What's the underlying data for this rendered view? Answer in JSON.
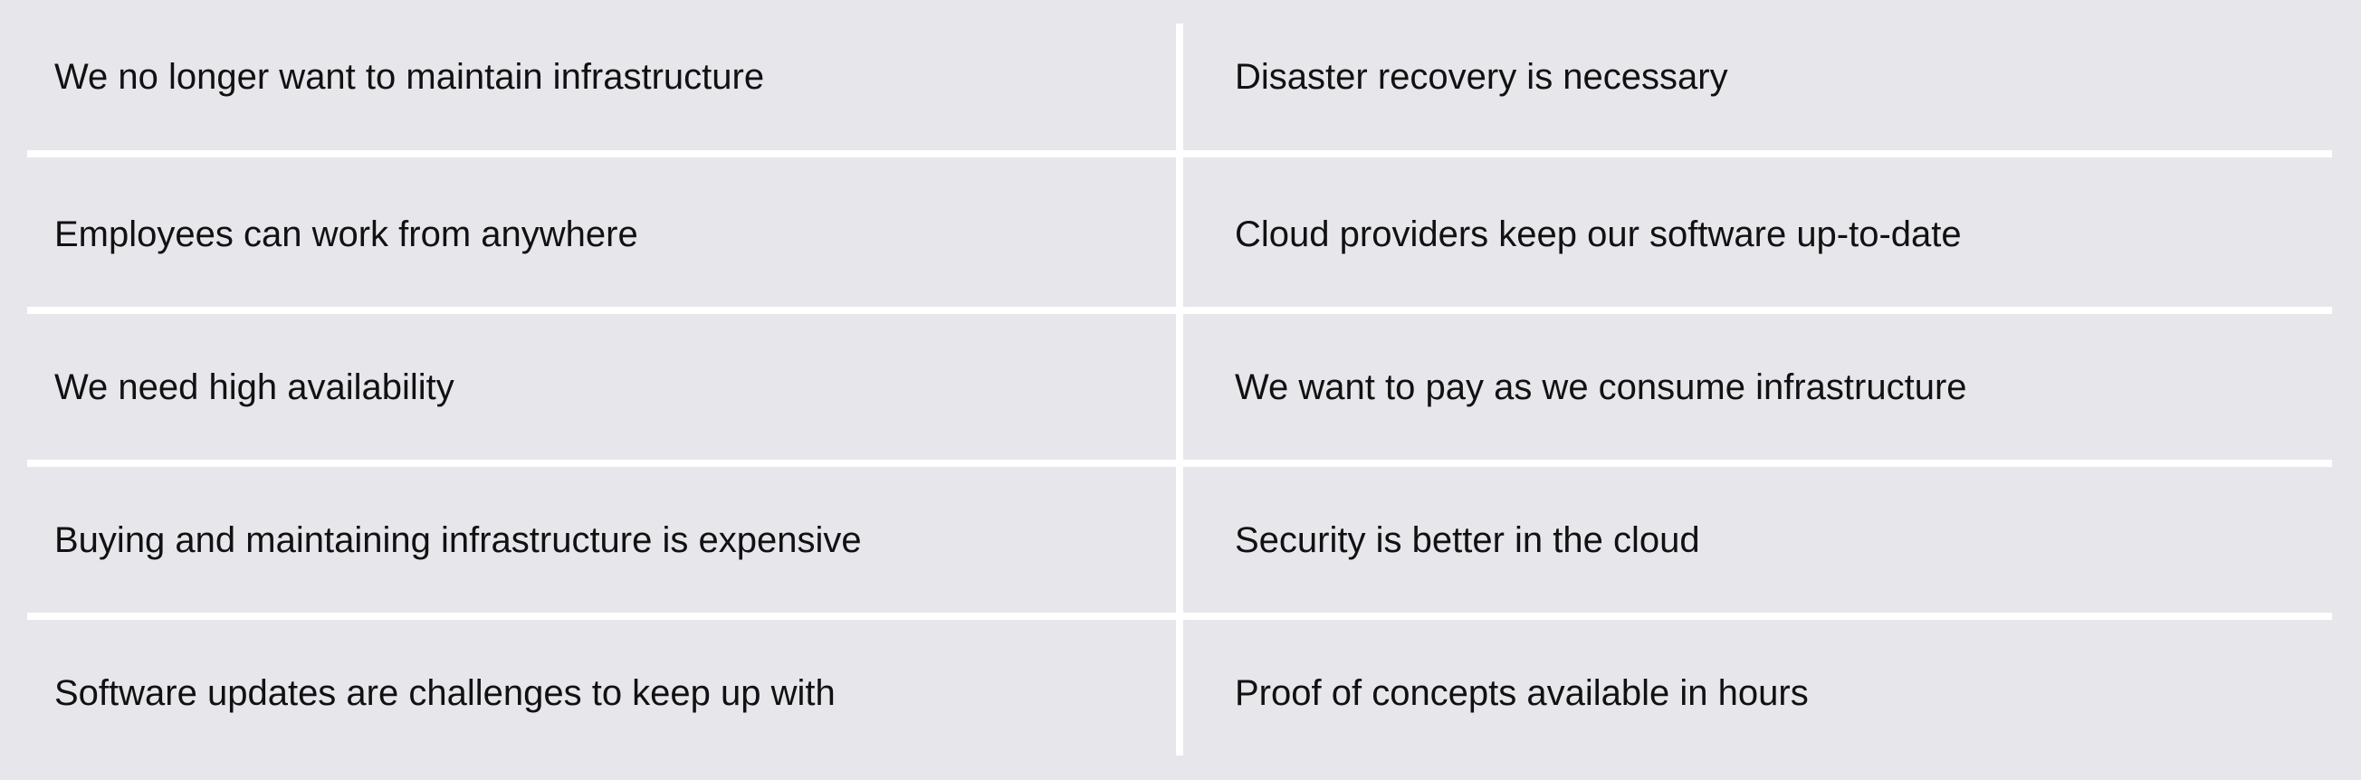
{
  "reasons": {
    "left_column": [
      "We no longer want to maintain infrastructure",
      "Employees can work from anywhere",
      "We need high availability",
      "Buying and maintaining infrastructure is expensive",
      "Software updates are challenges to keep up with"
    ],
    "right_column": [
      "Disaster recovery is necessary",
      "Cloud providers keep our software up-to-date",
      "We want to pay as we consume infrastructure",
      "Security is better in the cloud",
      "Proof of concepts available in hours"
    ]
  },
  "colors": {
    "background": "#e7e6eb",
    "divider": "#ffffff",
    "text": "#111111"
  }
}
